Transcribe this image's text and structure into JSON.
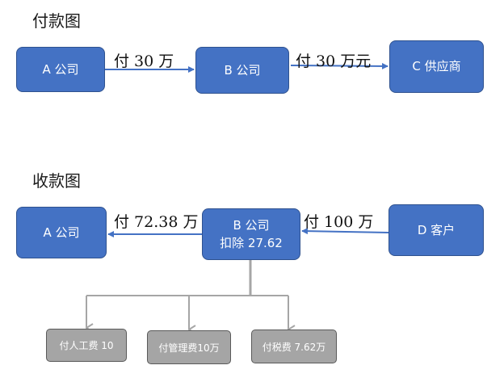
{
  "payment": {
    "title": "付款图",
    "nodes": {
      "a": "A 公司",
      "b": "B 公司",
      "c": "C 供应商"
    },
    "edges": {
      "a_to_b": "付 30 万",
      "b_to_c": "付 30 万元"
    }
  },
  "receipt": {
    "title": "收款图",
    "nodes": {
      "a": "A 公司",
      "b_line1": "B 公司",
      "b_line2": "扣除 27.62",
      "d": "D 客户"
    },
    "edges": {
      "b_to_a": "付 72.38 万",
      "d_to_b": "付 100 万"
    },
    "deductions": [
      "付人工费 10",
      "付管理费10万",
      "付税费 7.62万"
    ]
  },
  "colors": {
    "node_fill": "#4472c4",
    "node_border": "#2f528f",
    "arrow": "#4472c4",
    "deduction_fill": "#a5a5a5",
    "deduction_border": "#5a5a5a",
    "tree_line": "#a6a6a6"
  }
}
